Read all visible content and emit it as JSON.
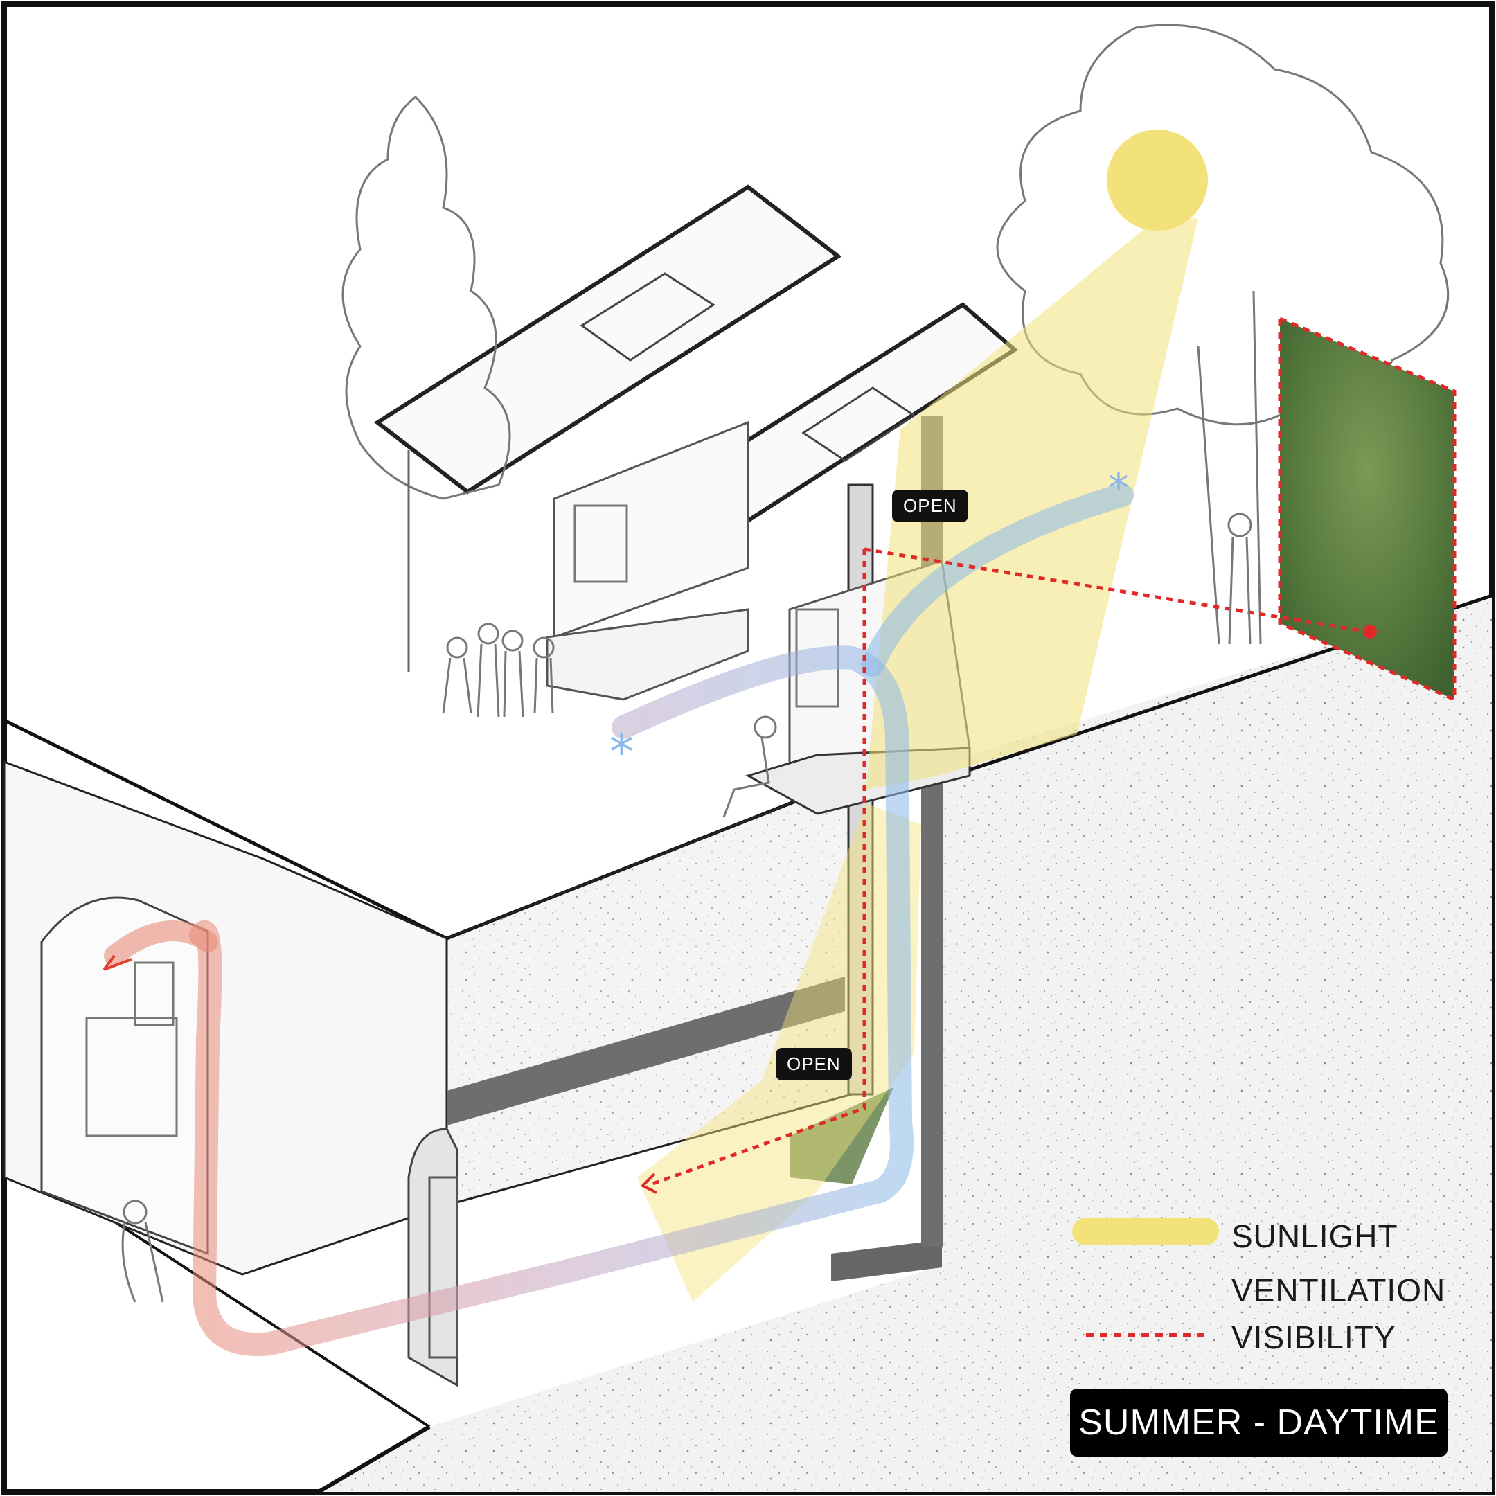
{
  "tags": {
    "upper": "OPEN",
    "lower": "OPEN"
  },
  "legend": {
    "sunlight": "SUNLIGHT",
    "ventilation": "VENTILATION",
    "visibility": "VISIBILITY"
  },
  "season": "SUMMER - DAYTIME",
  "colors": {
    "sunlight": "#f3e27a",
    "ventilation_warm": "#e98a78",
    "ventilation_cool": "#8bb8e8",
    "visibility": "#e02a2a",
    "ground_fill": "#f0f0f0",
    "wall": "#6e6e6e"
  }
}
